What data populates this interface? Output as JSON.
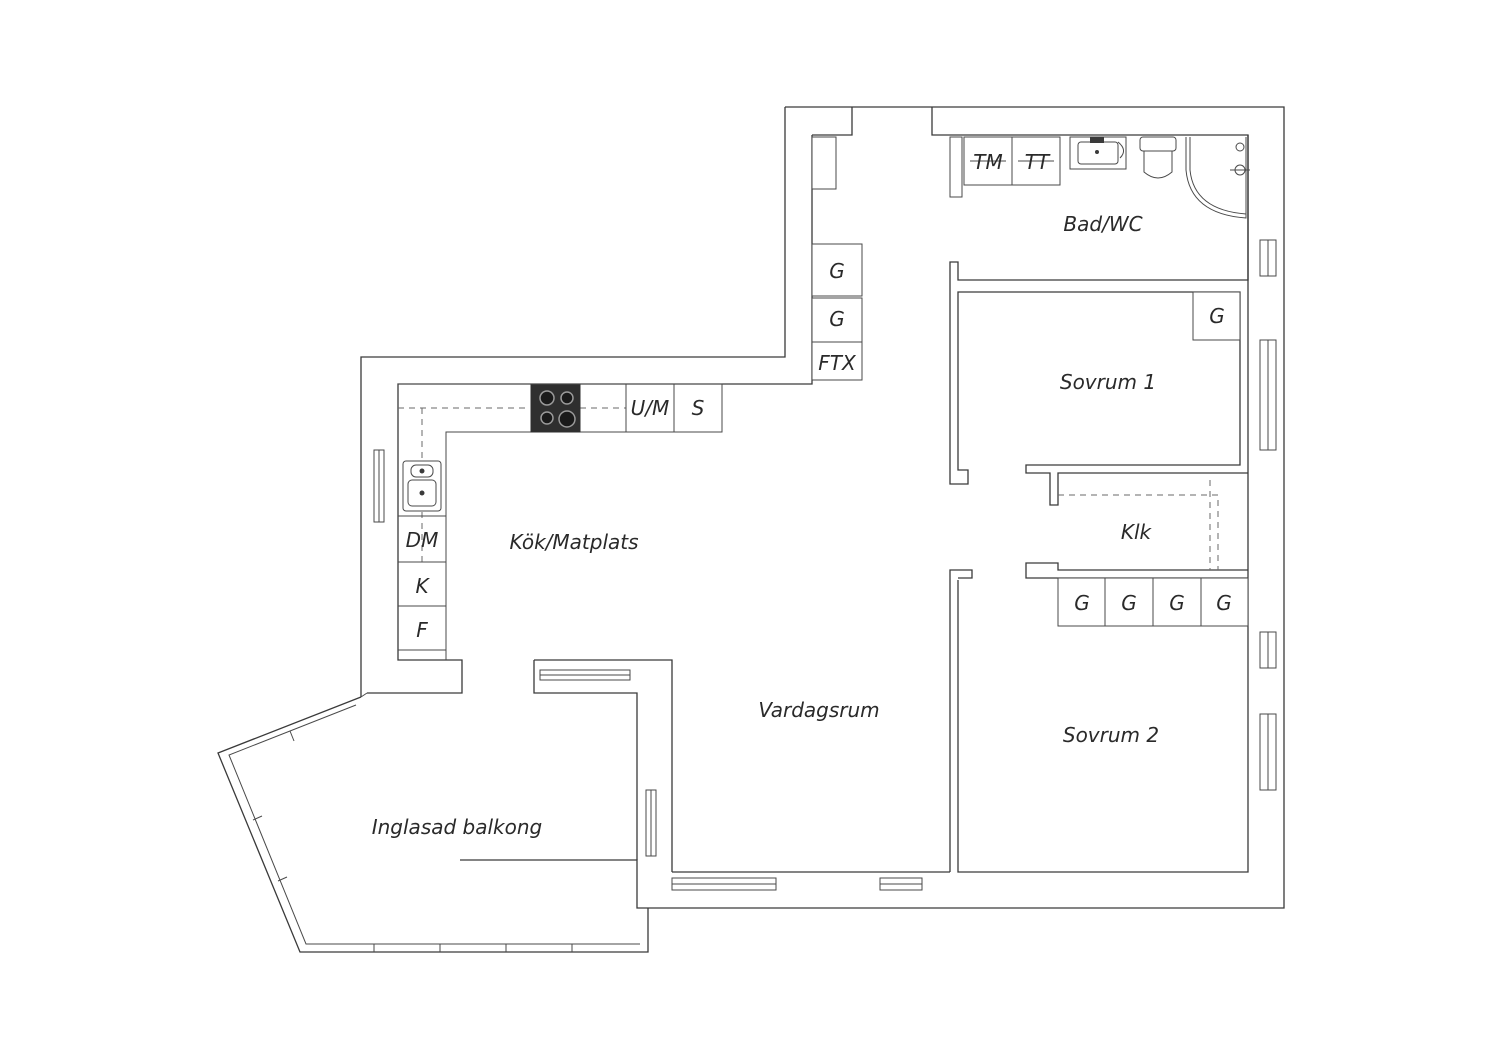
{
  "rooms": {
    "bad_wc": "Bad/WC",
    "sovrum_1": "Sovrum 1",
    "klk": "Klk",
    "sovrum_2": "Sovrum 2",
    "kok_matplats": "Kök/Matplats",
    "vardagsrum": "Vardagsrum",
    "inglasad_balkong": "Inglasad balkong"
  },
  "appliances": {
    "tm": "TM",
    "tt": "TT",
    "g": "G",
    "ftx": "FTX",
    "um": "U/M",
    "s": "S",
    "dm": "DM",
    "k": "K",
    "f": "F"
  },
  "icons": [
    "stove-icon",
    "sink-icon",
    "washbasin-icon",
    "toilet-icon",
    "shower-icon"
  ]
}
